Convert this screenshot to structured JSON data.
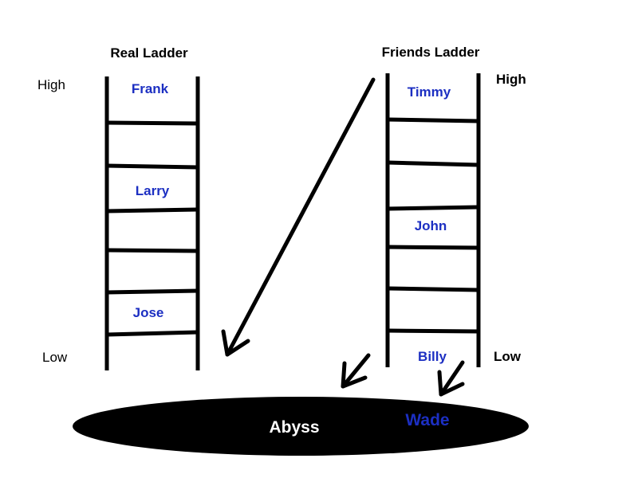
{
  "colors": {
    "name_color": "#1c2fc2",
    "line_color": "#000000",
    "abyss_fill": "#000000",
    "abyss_text": "#ffffff"
  },
  "real_ladder": {
    "title": "Real Ladder",
    "high_label": "High",
    "low_label": "Low",
    "names": [
      "Frank",
      "Larry",
      "Jose"
    ]
  },
  "friends_ladder": {
    "title": "Friends Ladder",
    "high_label": "High",
    "low_label": "Low",
    "names": [
      "Timmy",
      "John",
      "Billy"
    ]
  },
  "abyss": {
    "label": "Abyss",
    "fallen_name": "Wade"
  }
}
